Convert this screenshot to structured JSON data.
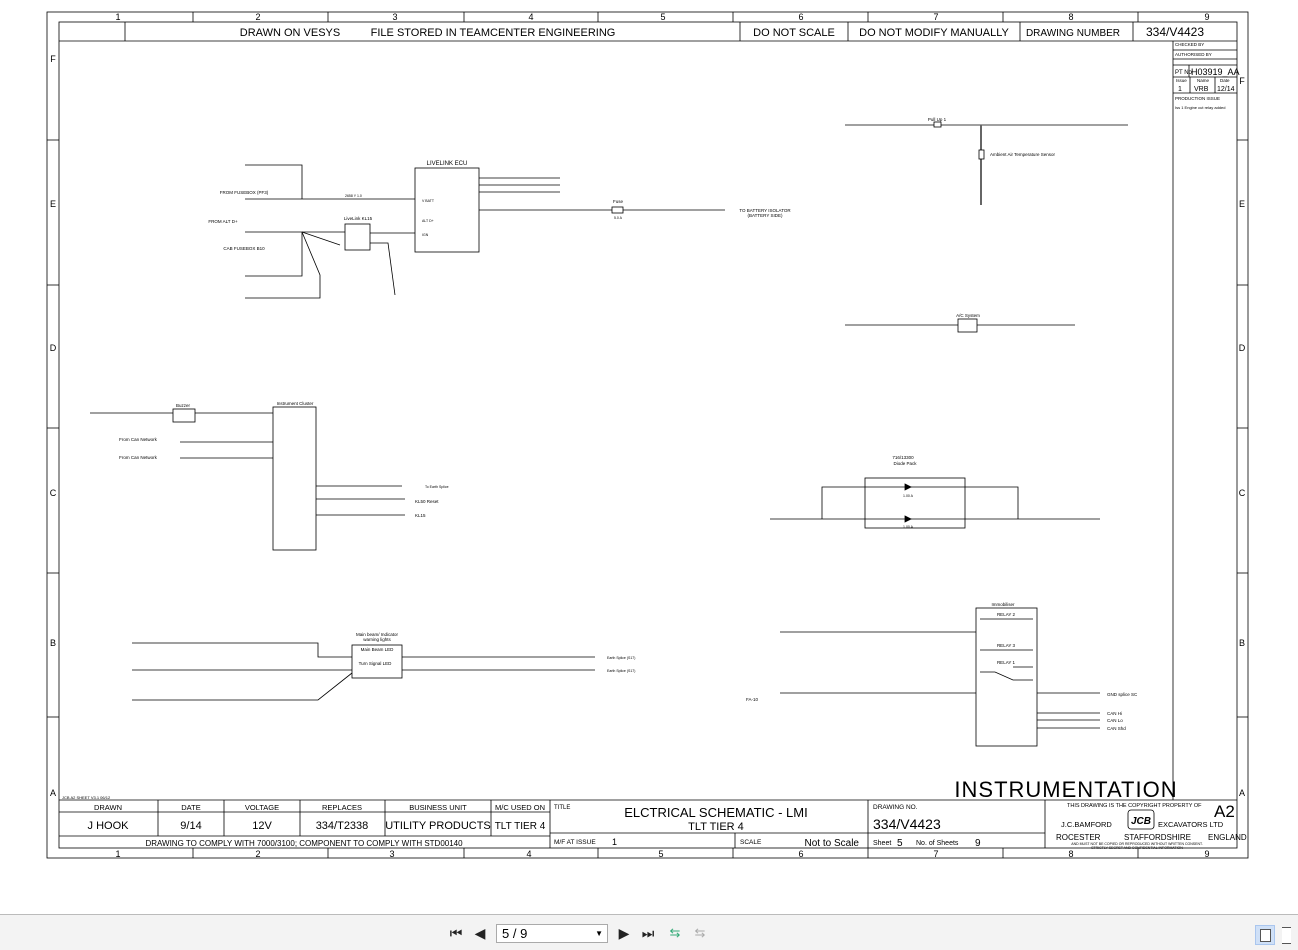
{
  "header": {
    "col_numbers": [
      "1",
      "2",
      "3",
      "4",
      "5",
      "6",
      "7",
      "8",
      "9"
    ],
    "row_letters": [
      "F",
      "E",
      "D",
      "C",
      "B",
      "A"
    ],
    "drawn_on": "DRAWN ON VESYS",
    "file_stored": "FILE STORED IN TEAMCENTER ENGINEERING",
    "do_not_scale": "DO NOT SCALE",
    "do_not_modify": "DO NOT MODIFY MANUALLY",
    "drawing_number_label": "DRAWING NUMBER",
    "drawing_number": "334/V4423"
  },
  "revision_box": {
    "checked_by": "CHECKED BY",
    "authorised_by": "AUTHORISED BY",
    "pt_no_label": "PT No",
    "pt_no": "H03919_AA",
    "cols": [
      "Issue",
      "Name",
      "Date"
    ],
    "values": [
      "1",
      "VRB",
      "12/14"
    ],
    "production_issue": "PRODUCTION ISSUE",
    "note": "Iss 1 Engine cut relay added"
  },
  "schematic": {
    "livelink": {
      "ecu_title": "LIVELINK ECU",
      "from_fusebox": "FROM FUSEBOX (PF3)",
      "from_alt": "FROM ALT D+",
      "cab_fusebox": "CAB FUSEBOX B10",
      "relay_title": "LiveLink KL15",
      "pin_vbatt": "V BATT",
      "pin_alt": "ALT D+",
      "pin_ign": "IGN",
      "fuse": "Fuse",
      "fuse_rating": "5.0 A",
      "wire_main": "2658 Y 1.0",
      "to_battery": "TO BATTERY ISOLATOR",
      "battery_side": "(BATTERY SIDE)"
    },
    "ambient": {
      "pull_up": "Pull Up 1",
      "sensor": "Ambient Air Temperature Sensor"
    },
    "ac": {
      "title": "A/C System"
    },
    "cluster": {
      "title": "Instrument Cluster",
      "buzzer": "Buzzer",
      "can1": "From Can Network",
      "can2": "From Can Network",
      "earth": "To Earth Splice",
      "kl50": "KL50 Reset",
      "kl15": "KL15"
    },
    "diode": {
      "part": "716/13300",
      "title": "Diode Pack",
      "rating1": "1.00 A",
      "rating2": "1.00 A"
    },
    "lights": {
      "title1": "Main beam/ Indicator",
      "title2": "warning lights",
      "main_beam": "Main Beam LED",
      "turn_signal": "Turn Signal LED",
      "earth1": "Earth Splice (S17)",
      "earth2": "Earth Splice (S17)"
    },
    "immobiliser": {
      "title": "Immobiliser",
      "relay2": "RELAY 2",
      "relay3": "RELAY 3",
      "relay1": "RELAY 1",
      "fa10": "FA-10",
      "gnd": "GND splice SC",
      "can_hi": "CAN Hi",
      "can_lo": "CAN Lo",
      "can_shd": "CAN Shd"
    },
    "section_title": "INSTRUMENTATION"
  },
  "title_block": {
    "template": "JCB A2 SHEET V3.1 06/12",
    "headers": [
      "DRAWN",
      "DATE",
      "VOLTAGE",
      "REPLACES",
      "BUSINESS UNIT",
      "M/C USED ON"
    ],
    "values": [
      "J HOOK",
      "9/14",
      "12V",
      "334/T2338",
      "UTILITY PRODUCTS",
      "TLT TIER 4"
    ],
    "comply": "DRAWING TO COMPLY WITH 7000/3100; COMPONENT TO COMPLY WITH STD00140",
    "title_label": "TITLE",
    "title_line1": "ELCTRICAL SCHEMATIC - LMI",
    "title_line2": "TLT TIER 4",
    "mf_label": "M/F AT ISSUE",
    "mf_value": "1",
    "scale_label": "SCALE",
    "scale_value": "Not to Scale",
    "drawing_no_label": "DRAWING NO.",
    "drawing_no": "334/V4423",
    "sheet_label": "Sheet",
    "sheet": "5",
    "sheets_label": "No. of Sheets",
    "sheets": "9",
    "copyright": "THIS DRAWING IS THE COPYRIGHT PROPERTY OF",
    "size": "A2",
    "company1": "J.C.BAMFORD",
    "company2": "EXCAVATORS LTD",
    "logo": "JCB",
    "addr1": "ROCESTER",
    "addr2": "STAFFORDSHIRE",
    "addr3": "ENGLAND",
    "legal1": "AND MUST NOT BE COPIED OR REPRODUCED WITHOUT WRITTEN CONSENT.",
    "legal2": "STRICTLY SECRET AND CONFIDENTIAL INFORMATION"
  },
  "toolbar": {
    "page_value": "5 / 9",
    "icons": [
      "first-page-icon",
      "previous-page-icon",
      "next-page-icon",
      "last-page-icon",
      "sync-view-icon",
      "sync-view-disabled-icon",
      "single-page-view-icon",
      "continuous-view-icon"
    ]
  }
}
